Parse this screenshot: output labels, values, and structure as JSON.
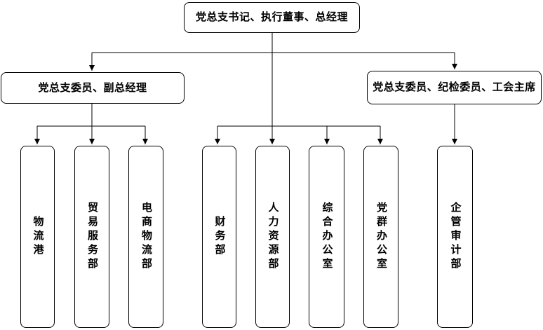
{
  "org_chart": {
    "root": {
      "label": "党总支书记、执行董事、总经理"
    },
    "branches": [
      {
        "label": "党总支委员、副总经理"
      },
      {
        "label": "党总支委员、纪检委员、工会主席"
      }
    ],
    "departments": [
      {
        "label": "物流港"
      },
      {
        "label": "贸易服务部"
      },
      {
        "label": "电商物流部"
      },
      {
        "label": "财务部"
      },
      {
        "label": "人力资源部"
      },
      {
        "label": "综合办公室"
      },
      {
        "label": "党群办公室"
      },
      {
        "label": "企管审计部"
      }
    ],
    "hierarchy": {
      "党总支书记、执行董事、总经理": [
        "党总支委员、副总经理",
        "财务部",
        "人力资源部",
        "综合办公室",
        "党群办公室",
        "党总支委员、纪检委员、工会主席"
      ],
      "党总支委员、副总经理": [
        "物流港",
        "贸易服务部",
        "电商物流部"
      ],
      "党总支委员、纪检委员、工会主席": [
        "企管审计部"
      ]
    },
    "colors": {
      "background": "#ffffff",
      "box_fill": "#ffffff",
      "box_border": "#000000",
      "line": "#000000",
      "text": "#000000"
    }
  }
}
